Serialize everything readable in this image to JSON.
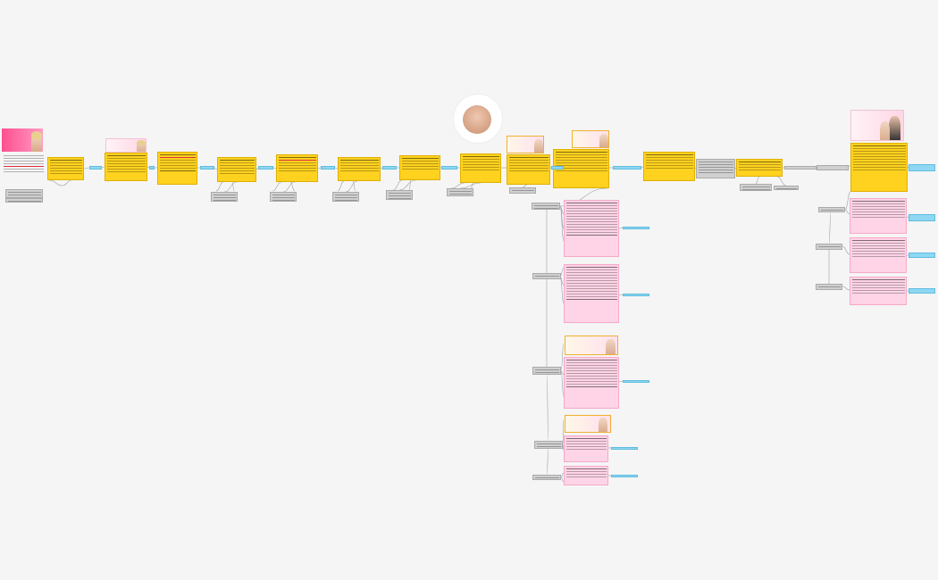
{
  "canvas": {
    "background": "#f5f5f5"
  },
  "colors": {
    "yellow": "#ffd21f",
    "pink": "#ffd4e6",
    "gray": "#d0d0d0",
    "blue": "#8fd7f2",
    "wire": "#9aa0a6"
  },
  "images": [
    {
      "id": "hero-1",
      "kind": "pink-banner",
      "caption": ""
    },
    {
      "id": "hero-2",
      "kind": "light-banner",
      "caption": ""
    },
    {
      "id": "avatar",
      "kind": "circle-photo",
      "caption": ""
    },
    {
      "id": "hero-3",
      "kind": "gold-banner",
      "caption": ""
    },
    {
      "id": "hero-4",
      "kind": "gold-banner",
      "caption": ""
    },
    {
      "id": "hero-5",
      "kind": "light-banner",
      "caption": ""
    },
    {
      "id": "hero-6",
      "kind": "gold-banner",
      "caption": ""
    },
    {
      "id": "hero-7",
      "kind": "gold-banner",
      "caption": ""
    }
  ],
  "nodes": []
}
